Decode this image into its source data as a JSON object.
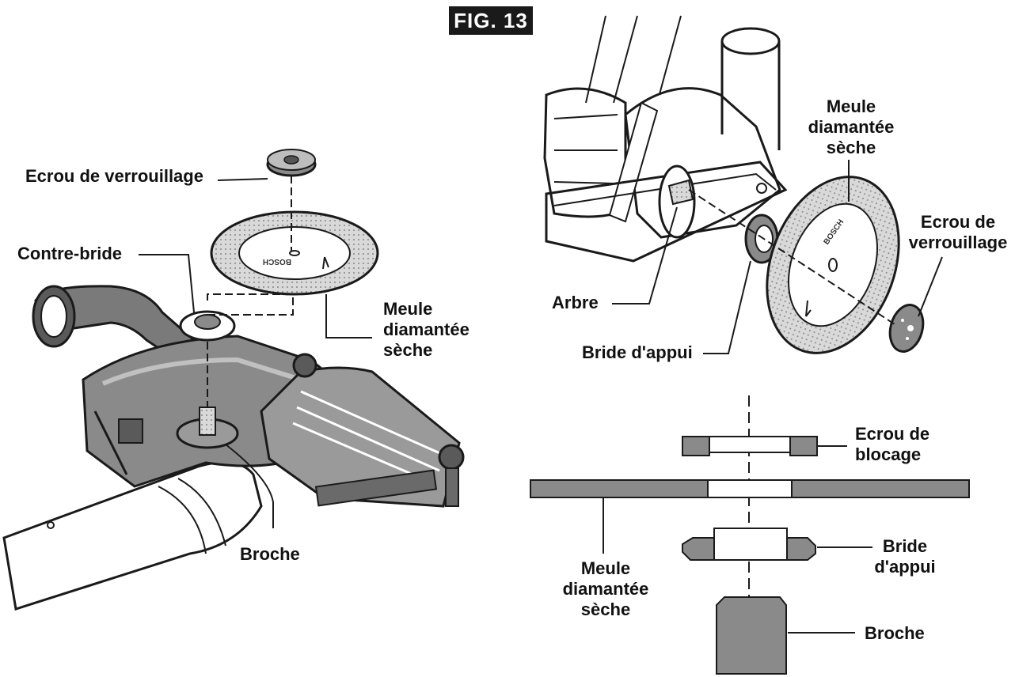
{
  "figure": {
    "title": "FIG. 13"
  },
  "left_view": {
    "labels": {
      "lock_nut": "Ecrou de verrouillage",
      "counter_flange": "Contre-bride",
      "wheel": [
        "Meule",
        "diamantée",
        "sèche"
      ],
      "spindle": "Broche"
    },
    "blade_text": "BOSCH"
  },
  "right_view": {
    "labels": {
      "wheel": [
        "Meule",
        "diamantée",
        "sèche"
      ],
      "lock_nut": [
        "Ecrou de",
        "verrouillage"
      ],
      "arbor": "Arbre",
      "backing_flange": "Bride d'appui"
    },
    "blade_text": "BOSCH"
  },
  "cross_section": {
    "labels": {
      "lock_nut": [
        "Ecrou de",
        "blocage"
      ],
      "wheel": [
        "Meule",
        "diamantée",
        "sèche"
      ],
      "backing_flange": [
        "Bride",
        "d'appui"
      ],
      "spindle": "Broche"
    }
  },
  "colors": {
    "part_fill": "#8a8a8a",
    "outline": "#1a1a1a",
    "badge": "#1a1a1a"
  }
}
